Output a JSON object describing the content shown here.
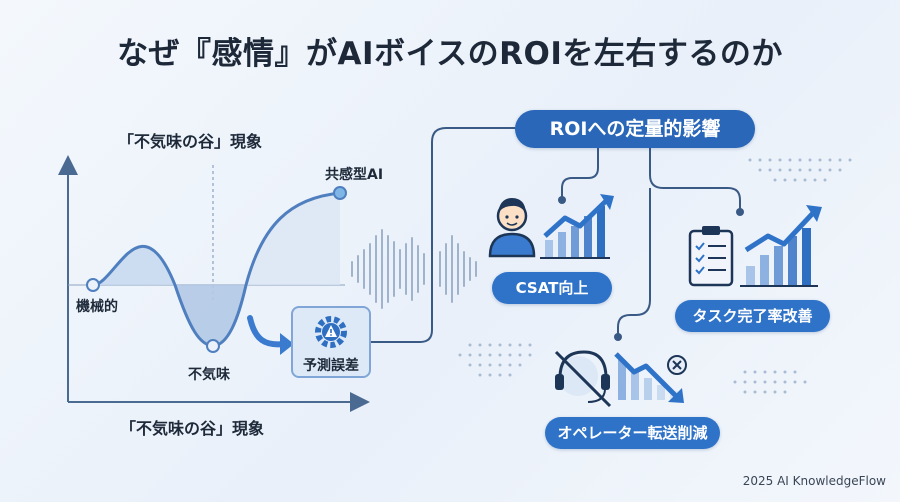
{
  "title": "なぜ『感情』がAIボイスのROIを左右するのか",
  "chart": {
    "top_label": "「不気味の谷」現象",
    "bottom_label": "「不気味の谷」現象",
    "point_mechanical": "機械的",
    "point_uncanny": "不気味",
    "point_empathic": "共感型AI",
    "prediction_error": "予測誤差"
  },
  "roi": {
    "title": "ROIへの定量的影響",
    "csat": "CSAT向上",
    "task": "タスク完了率改善",
    "operator": "オペレーター転送削減"
  },
  "footer": "2025 AI KnowledgeFlow",
  "colors": {
    "accent": "#2f73c9",
    "curve": "#4f7fbf",
    "fill": "#c7d8ee"
  }
}
